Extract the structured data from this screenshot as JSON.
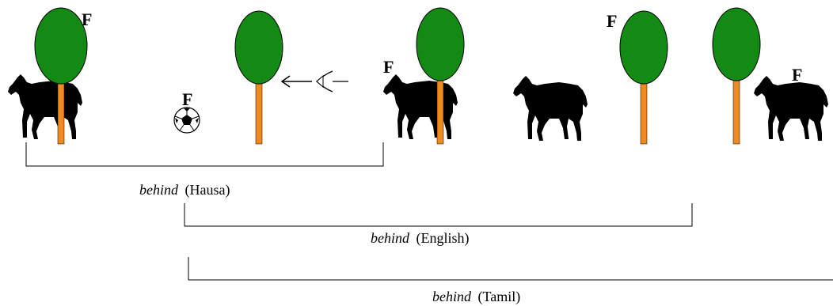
{
  "colors": {
    "canopy": "#138a13",
    "trunk": "#f08a1e",
    "horse": "#000000",
    "line": "#000000",
    "background": "#ffffff"
  },
  "figure_marker": "F",
  "observer_icon": "eye-icon",
  "ground_icon": "soccer-ball-icon",
  "scenes": [
    {
      "figure": "horse",
      "ground": "tree",
      "marked": "ground"
    },
    {
      "figure": "ball",
      "ground": "tree",
      "marked": "figure"
    },
    {
      "figure": "horse",
      "ground": "tree",
      "marked": "figure"
    },
    {
      "figure": "horse",
      "ground": "tree",
      "marked": "ground"
    },
    {
      "figure": "horse",
      "ground": "tree",
      "marked": "figure"
    }
  ],
  "brackets": [
    {
      "word": "behind",
      "language": "(Hausa)"
    },
    {
      "word": "behind",
      "language": "(English)"
    },
    {
      "word": "behind",
      "language": "(Tamil)"
    }
  ]
}
